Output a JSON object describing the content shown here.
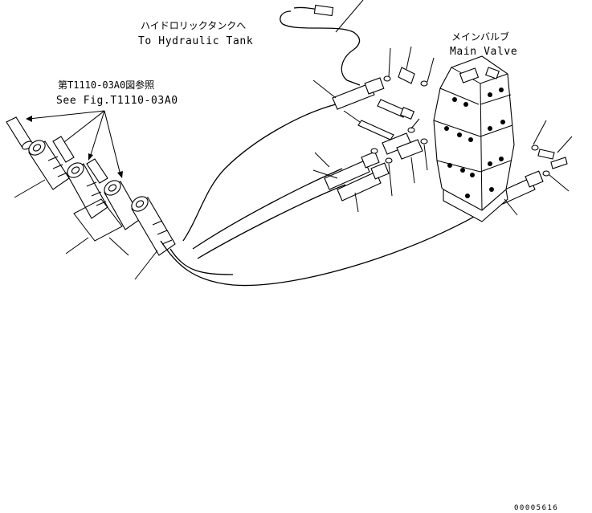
{
  "labels": {
    "tank_jp": "ハイドロリックタンクへ",
    "tank_en": "To Hydraulic Tank",
    "valve_jp": "メインバルブ",
    "valve_en": "Main Valve",
    "ref_jp": "第T1110-03A0図参照",
    "ref_en": "See Fig.T1110-03A0",
    "drawing_id": "00005616"
  },
  "colors": {
    "ink": "#000000",
    "paper": "#ffffff"
  }
}
